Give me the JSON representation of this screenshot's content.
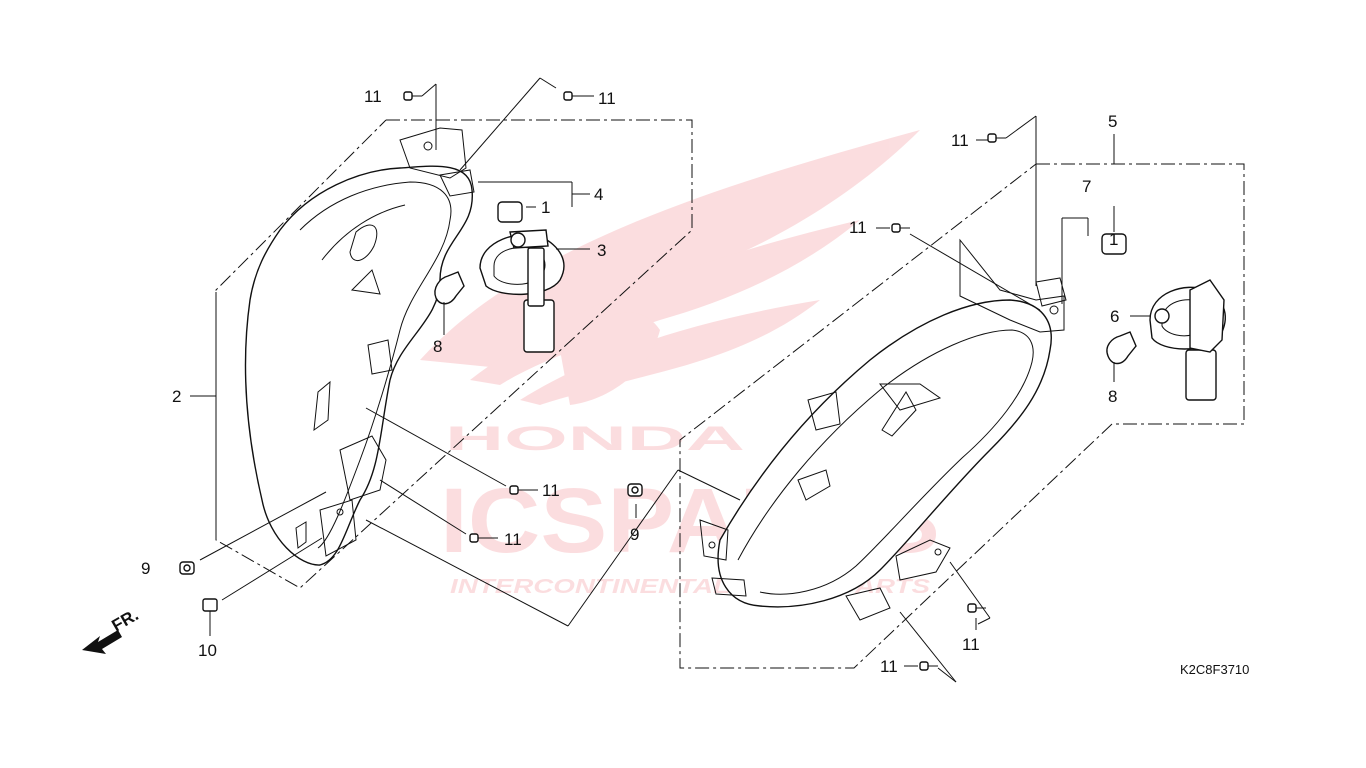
{
  "diagram": {
    "code": "K2C8F3710",
    "direction_label": "FR.",
    "callouts": {
      "c1a": "1",
      "c1b": "1",
      "c2": "2",
      "c3": "3",
      "c4": "4",
      "c5": "5",
      "c6": "6",
      "c7": "7",
      "c8a": "8",
      "c8b": "8",
      "c9a": "9",
      "c9b": "9",
      "c10": "10",
      "c11a": "11",
      "c11b": "11",
      "c11c": "11",
      "c11d": "11",
      "c11e": "11",
      "c11f": "11",
      "c11g": "11",
      "c11h": "11"
    }
  },
  "watermark": {
    "brand_big": "ICSPARTS",
    "brand_small": "INTERCONTINENTAL SPARE PARTS",
    "logo_word": "HONDA",
    "color": "#e8323c"
  }
}
